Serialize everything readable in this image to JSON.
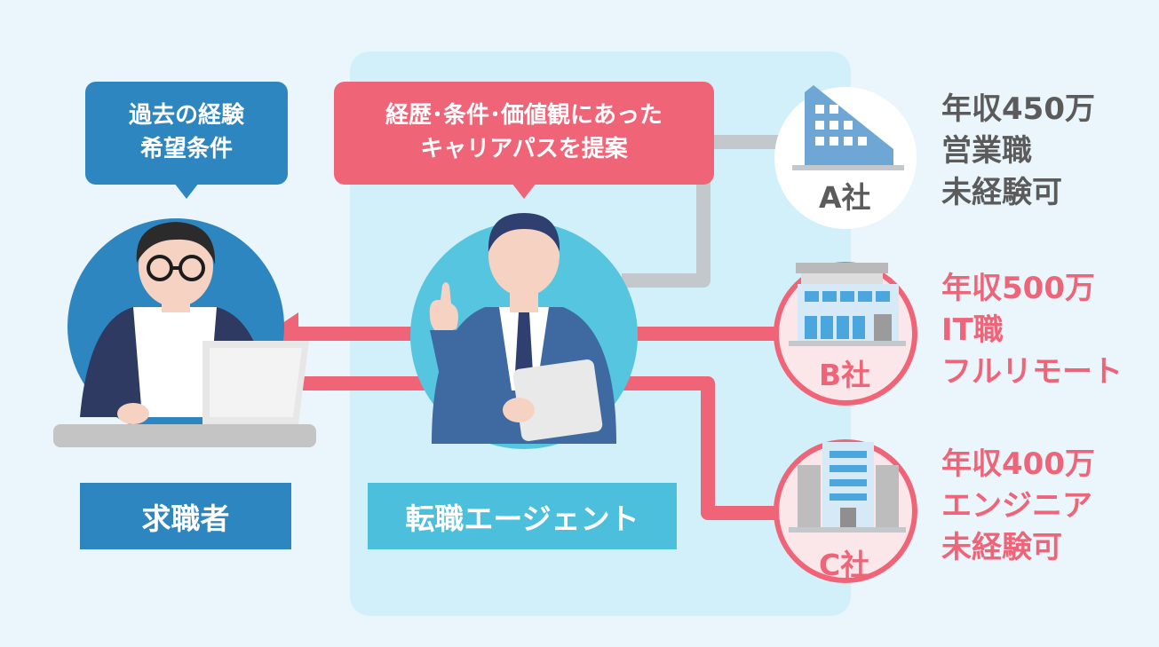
{
  "speech_bubbles": {
    "seeker": [
      "過去の経験",
      "希望条件"
    ],
    "agent": [
      "経歴･条件･価値観にあった",
      "キャリアパスを提案"
    ]
  },
  "roles": {
    "seeker": "求職者",
    "agent": "転職エージェント"
  },
  "companies": [
    {
      "name": "A社",
      "lines": [
        "年収450万",
        "営業職",
        "未経験可"
      ]
    },
    {
      "name": "B社",
      "lines": [
        "年収500万",
        "IT職",
        "フルリモート"
      ]
    },
    {
      "name": "C社",
      "lines": [
        "年収400万",
        "エンジニア",
        "未経験可"
      ]
    }
  ],
  "colors": {
    "background": "#eaf6fc",
    "agent_panel": "#d2f0f9",
    "seeker_blue": "#2e86c1",
    "agent_cyan": "#4cbfdc",
    "accent_pink": "#f06477",
    "neutral_gray": "#5b5b5b"
  }
}
